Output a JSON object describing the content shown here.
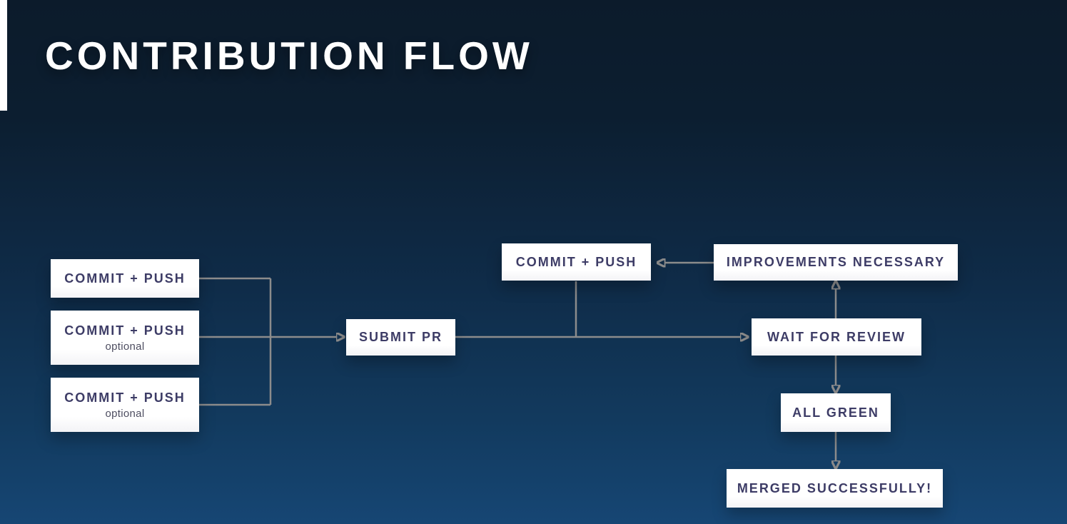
{
  "slide": {
    "title": "CONTRIBUTION FLOW"
  },
  "diagram": {
    "nodes": [
      {
        "id": "commit-push-1",
        "label": "COMMIT + PUSH",
        "sublabel": ""
      },
      {
        "id": "commit-push-2",
        "label": "COMMIT + PUSH",
        "sublabel": "optional"
      },
      {
        "id": "commit-push-3",
        "label": "COMMIT + PUSH",
        "sublabel": "optional"
      },
      {
        "id": "submit-pr",
        "label": "SUBMIT PR",
        "sublabel": ""
      },
      {
        "id": "commit-push-4",
        "label": "COMMIT + PUSH",
        "sublabel": ""
      },
      {
        "id": "improvements-necessary",
        "label": "IMPROVEMENTS NECESSARY",
        "sublabel": ""
      },
      {
        "id": "wait-for-review",
        "label": "WAIT FOR REVIEW",
        "sublabel": ""
      },
      {
        "id": "all-green",
        "label": "ALL GREEN",
        "sublabel": ""
      },
      {
        "id": "merged-successfully",
        "label": "MERGED SUCCESSFULLY!",
        "sublabel": ""
      }
    ],
    "edges": [
      {
        "from": "commit-push-1",
        "to": "submit-pr",
        "arrow": true
      },
      {
        "from": "commit-push-2",
        "to": "submit-pr",
        "arrow": true
      },
      {
        "from": "commit-push-3",
        "to": "submit-pr",
        "arrow": true
      },
      {
        "from": "submit-pr",
        "to": "wait-for-review",
        "arrow": true
      },
      {
        "from": "commit-push-4",
        "to": "wait-for-review",
        "arrow": false
      },
      {
        "from": "improvements-necessary",
        "to": "commit-push-4",
        "arrow": true
      },
      {
        "from": "wait-for-review",
        "to": "improvements-necessary",
        "arrow": true
      },
      {
        "from": "wait-for-review",
        "to": "all-green",
        "arrow": true
      },
      {
        "from": "all-green",
        "to": "merged-successfully",
        "arrow": true
      }
    ],
    "colors": {
      "background_top": "#0c1b2b",
      "background_bottom": "#164674",
      "node_background": "#ffffff",
      "node_text": "#3d3c66",
      "sublabel_text": "#4d4d60",
      "connector": "#8c8c8c",
      "title_text": "#ffffff",
      "accent_bar": "#ffffff"
    }
  }
}
